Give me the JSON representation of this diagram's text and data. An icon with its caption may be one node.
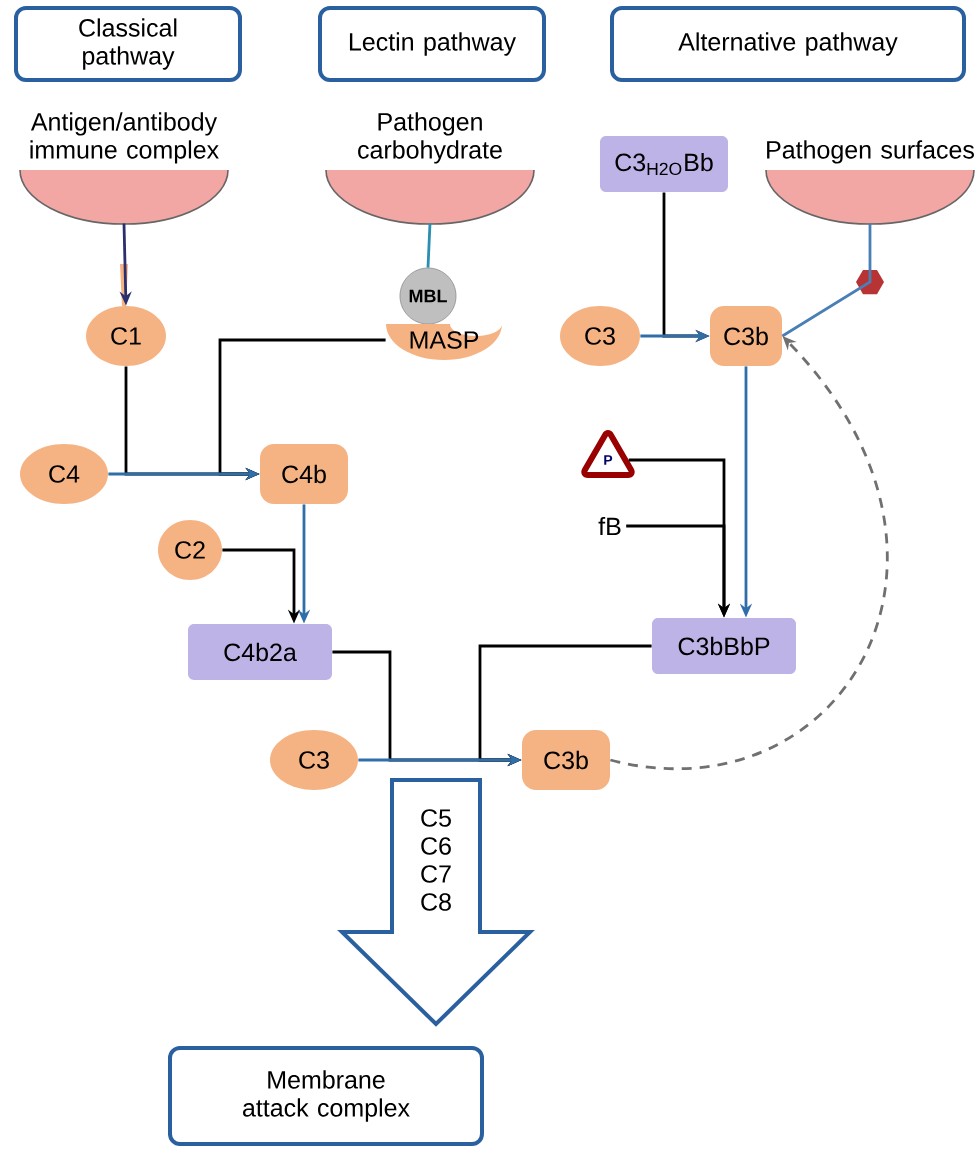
{
  "diagram": {
    "nodes": [
      {
        "text": [
          "Classical pathway"
        ]
      },
      {
        "text": [
          "Lectin pathway"
        ]
      },
      {
        "text": [
          "Alternative pathway"
        ]
      },
      {
        "text": [
          "Antigen/antibody immune complex"
        ]
      },
      {
        "text": [
          "Pathogen carbohydrate"
        ]
      },
      {
        "text": [
          "C3$_{H2O}$Bb"
        ]
      },
      {
        "text": [
          "Pathogen surfaces"
        ]
      },
      {
        "text": [
          "C1"
        ]
      },
      {
        "text": [
          "MBL"
        ]
      },
      {
        "text": [
          "MASP"
        ]
      },
      {
        "text": [
          "C3"
        ]
      },
      {
        "text": [
          "C3b"
        ]
      },
      {
        "text": [
          "C4"
        ]
      },
      {
        "text": [
          "C4b"
        ]
      },
      {
        "text": [
          "P"
        ]
      },
      {
        "text": [
          "fB"
        ]
      },
      {
        "text": [
          "C2"
        ]
      },
      {
        "text": [
          "C4b2a"
        ]
      },
      {
        "text": [
          "C3bBbP"
        ]
      },
      {
        "text": [
          "C3"
        ]
      },
      {
        "text": [
          "C3b"
        ]
      },
      {
        "text": [
          "C5 C6 C7 C8"
        ]
      },
      {
        "text": [
          "Membrane attack complex"
        ]
      }
    ],
    "edges": [
      {
        "from": 3,
        "to": 7,
        "arrow": "to",
        "color": "#2b2f6e"
      },
      {
        "from": 4,
        "to": 8,
        "arrow": "none",
        "color": "#2a8fb0"
      },
      {
        "from": 6,
        "to": 11,
        "arrow": "none",
        "color": "#4a7fb5"
      },
      {
        "from": 7,
        "to": 13,
        "arrow": "to"
      },
      {
        "from": 9,
        "to": 13,
        "arrow": "to"
      },
      {
        "from": 12,
        "to": 13,
        "arrow": "to",
        "color": "#2f6ea8"
      },
      {
        "from": 16,
        "to": 17,
        "arrow": "to"
      },
      {
        "from": 13,
        "to": 17,
        "arrow": "to",
        "color": "#2f6ea8"
      },
      {
        "from": 5,
        "to": 11,
        "arrow": "to"
      },
      {
        "from": 10,
        "to": 11,
        "arrow": "to",
        "color": "#2f6ea8"
      },
      {
        "from": 14,
        "to": 18,
        "arrow": "to"
      },
      {
        "from": 15,
        "to": 18,
        "arrow": "to"
      },
      {
        "from": 11,
        "to": 18,
        "arrow": "to",
        "color": "#2f6ea8"
      },
      {
        "from": 17,
        "to": 20,
        "arrow": "to"
      },
      {
        "from": 18,
        "to": 20,
        "arrow": "to"
      },
      {
        "from": 19,
        "to": 20,
        "arrow": "to",
        "color": "#2f6ea8"
      },
      {
        "from": 20,
        "to": 11,
        "arrow": "to",
        "style": "dashed",
        "color": "#707070"
      }
    ]
  }
}
